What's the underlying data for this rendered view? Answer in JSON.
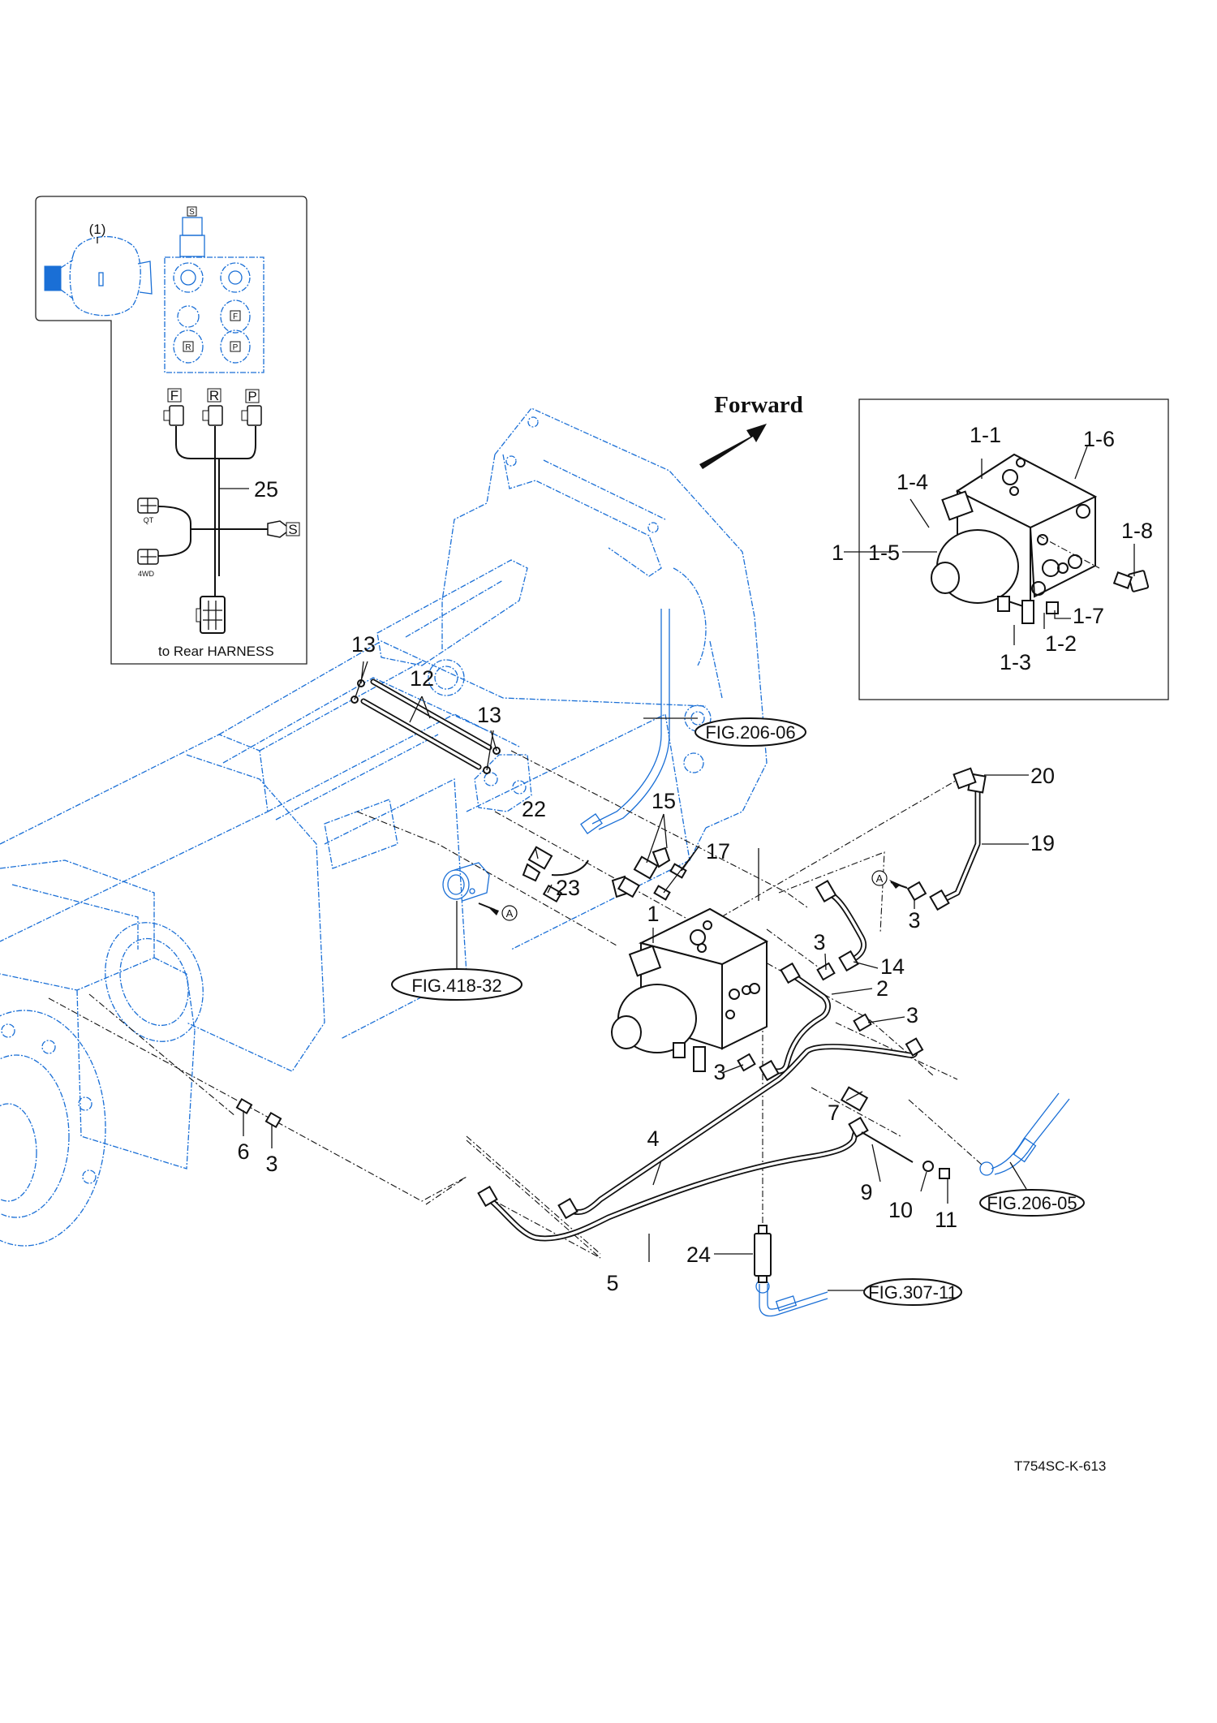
{
  "drawing_code": "T754SC-K-613",
  "direction_label": "Forward",
  "colors": {
    "reference_parts": "#1a6fd6",
    "main_parts": "#111111",
    "background": "#ffffff"
  },
  "harness_inset": {
    "reference_label": "(1)",
    "valve_tags": [
      "S",
      "F",
      "R",
      "P"
    ],
    "connector_tags": [
      "F",
      "R",
      "P"
    ],
    "branch_labels": [
      "QT",
      "4WD"
    ],
    "sensor_tag": "S",
    "part_number": "25",
    "destination_label": "to Rear HARNESS"
  },
  "valve_inset": {
    "assembly_number": "1",
    "sub_parts": [
      "1-1",
      "1-2",
      "1-3",
      "1-4",
      "1-5",
      "1-6",
      "1-7",
      "1-8"
    ]
  },
  "callouts": {
    "p1": "1",
    "p2": "2",
    "p3": "3",
    "p4": "4",
    "p5": "5",
    "p6": "6",
    "p7": "7",
    "p9": "9",
    "p10": "10",
    "p11": "11",
    "p12": "12",
    "p13": "13",
    "p14": "14",
    "p15": "15",
    "p17": "17",
    "p19": "19",
    "p20": "20",
    "p22": "22",
    "p23": "23",
    "p24": "24"
  },
  "connection_marker": "A",
  "figure_references": [
    "FIG.206-06",
    "FIG.418-32",
    "FIG.206-05",
    "FIG.307-11"
  ]
}
